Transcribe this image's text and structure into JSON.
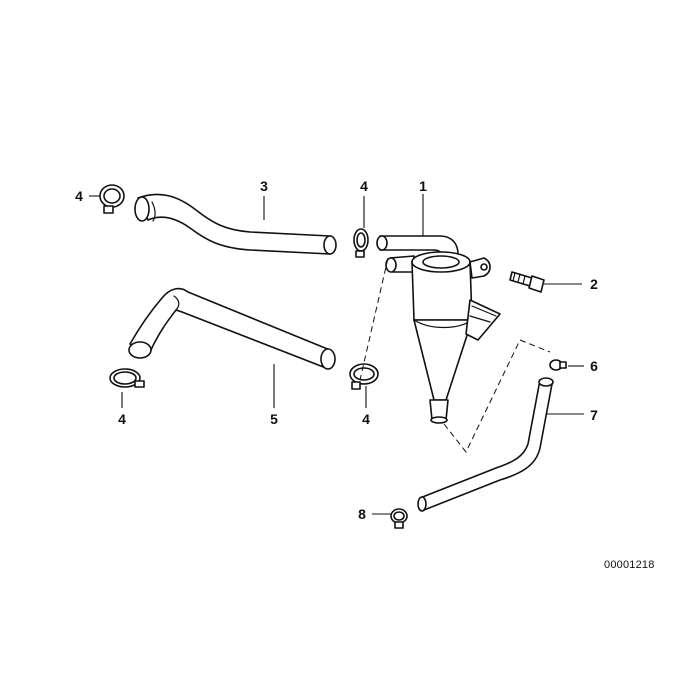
{
  "callouts": [
    {
      "id": "c1",
      "text": "1"
    },
    {
      "id": "c2",
      "text": "2"
    },
    {
      "id": "c3",
      "text": "3"
    },
    {
      "id": "c4a",
      "text": "4"
    },
    {
      "id": "c4b",
      "text": "4"
    },
    {
      "id": "c4c",
      "text": "4"
    },
    {
      "id": "c4d",
      "text": "4"
    },
    {
      "id": "c5",
      "text": "5"
    },
    {
      "id": "c6",
      "text": "6"
    },
    {
      "id": "c7",
      "text": "7"
    },
    {
      "id": "c8",
      "text": "8"
    }
  ],
  "document_id": "00001218"
}
